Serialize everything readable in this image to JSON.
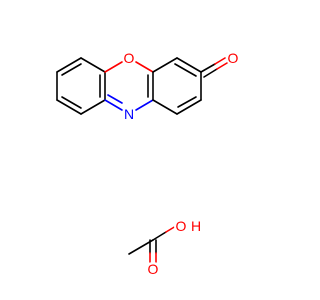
{
  "molecules": [
    {
      "atoms": [
        {
          "symbol": "O",
          "color": "#ff0000"
        },
        {
          "symbol": "O",
          "color": "#ff0000"
        },
        {
          "symbol": "N",
          "color": "#0000ff"
        }
      ]
    },
    {
      "atoms": [
        {
          "symbol": "O",
          "color": "#ff0000"
        },
        {
          "symbol": "O",
          "color": "#ff0000"
        },
        {
          "symbol": "H",
          "color": "#ff0000"
        }
      ]
    }
  ]
}
